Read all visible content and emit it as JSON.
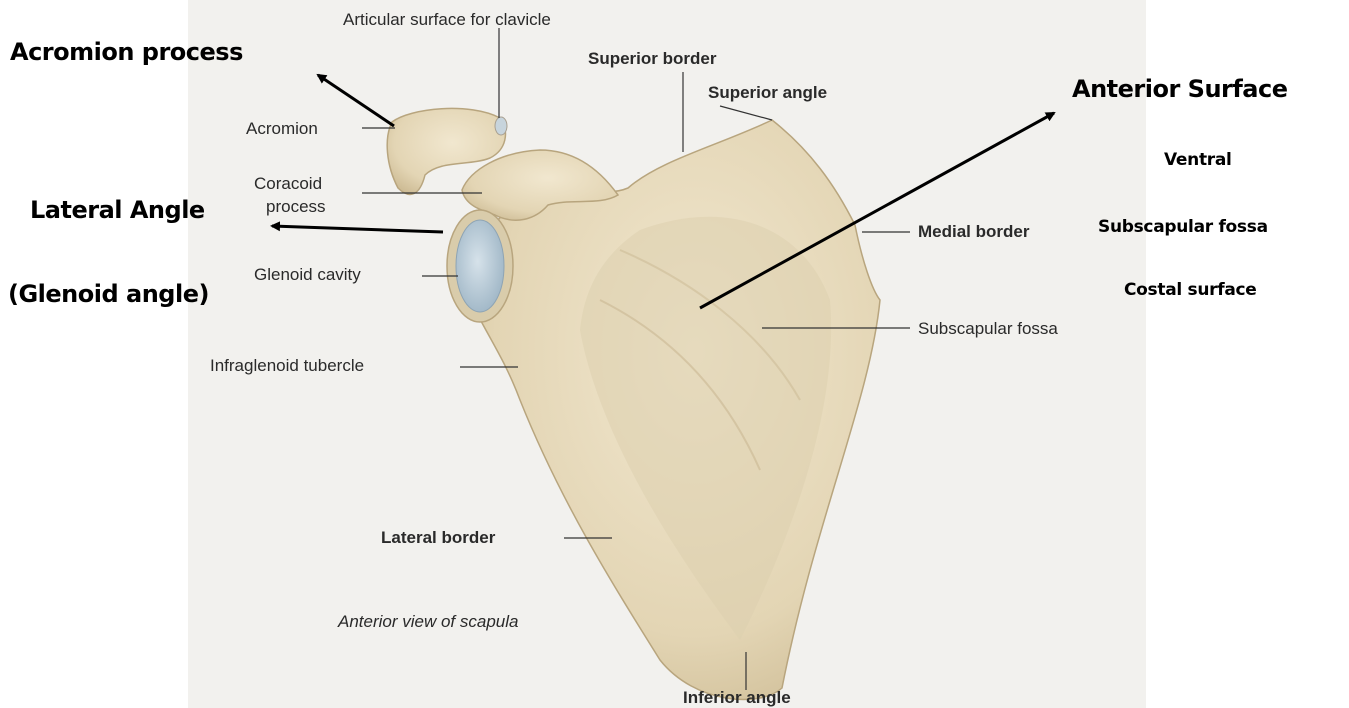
{
  "plate_labels": {
    "articular_surface": "Articular surface for clavicle",
    "superior_border": "Superior border",
    "superior_angle": "Superior angle",
    "acromion": "Acromion",
    "coracoid_line1": "Coracoid",
    "coracoid_line2": "process",
    "glenoid_cavity": "Glenoid cavity",
    "infraglenoid": "Infraglenoid tubercle",
    "medial_border": "Medial border",
    "subscapular_fossa": "Subscapular fossa",
    "lateral_border": "Lateral border",
    "view_caption": "Anterior view of scapula",
    "inferior_angle": "Inferior angle"
  },
  "annotations": {
    "acromion_process": "Acromion process",
    "lateral_angle": "Lateral Angle",
    "glenoid_angle": "(Glenoid angle)",
    "anterior_surface": "Anterior Surface",
    "ventral": "Ventral",
    "subscapular_fossa": "Subscapular fossa",
    "costal_surface": "Costal surface"
  },
  "colors": {
    "bone": "#e8dcbf",
    "bone_shade": "#cdbd98",
    "glenoid": "#b9cad6",
    "plate_background": "#f2f1ee",
    "annotation_text": "#000000",
    "label_text": "#2a2a2a"
  }
}
